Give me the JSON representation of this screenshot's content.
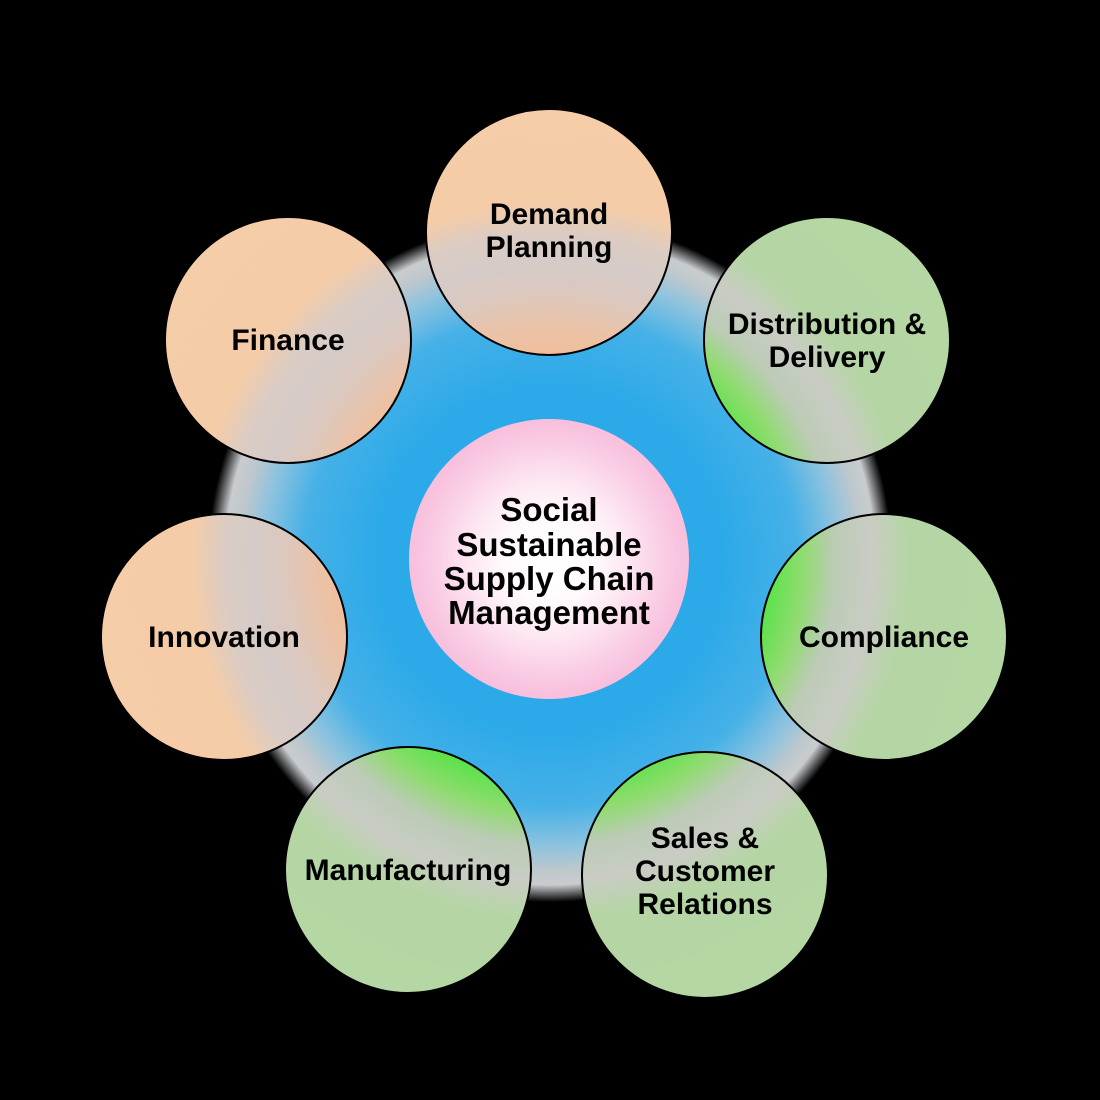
{
  "diagram": {
    "type": "hub-and-spoke",
    "center": {
      "label_lines": [
        "Social",
        "Sustainable",
        "Supply Chain",
        "Management"
      ]
    },
    "nodes": [
      {
        "id": "demand-planning",
        "label_lines": [
          "Demand",
          "Planning"
        ],
        "theme": "peach"
      },
      {
        "id": "distribution-delivery",
        "label_lines": [
          "Distribution &",
          "Delivery"
        ],
        "theme": "green"
      },
      {
        "id": "compliance",
        "label_lines": [
          "Compliance"
        ],
        "theme": "green"
      },
      {
        "id": "sales-customer-relations",
        "label_lines": [
          "Sales &",
          "Customer",
          "Relations"
        ],
        "theme": "green"
      },
      {
        "id": "manufacturing",
        "label_lines": [
          "Manufacturing"
        ],
        "theme": "green"
      },
      {
        "id": "innovation",
        "label_lines": [
          "Innovation"
        ],
        "theme": "peach"
      },
      {
        "id": "finance",
        "label_lines": [
          "Finance"
        ],
        "theme": "peach"
      }
    ],
    "colors": {
      "background": "#000000",
      "halo_blue": "#2AA9E9",
      "halo_rim_gray": "#C9CCCF",
      "center_white": "#FFFFFF",
      "center_pink": "#F7BFDC",
      "node_peach": "#F6CDA9",
      "node_green_pale": "#B4D7A3",
      "node_green_vivid": "#4AE13E",
      "node_stroke": "#000000",
      "text": "#000000"
    }
  }
}
